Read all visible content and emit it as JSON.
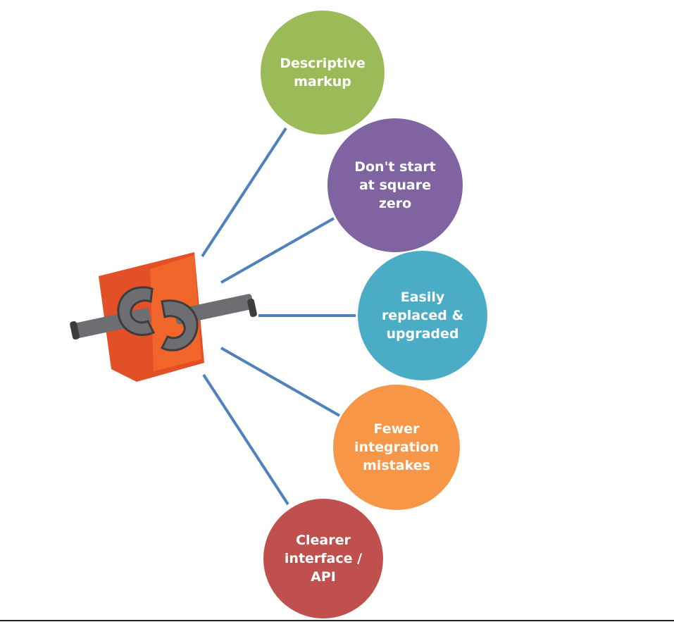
{
  "diagram": {
    "hub": {
      "icon": "html5-shield-with-interlocked-wrenches-icon",
      "colors": {
        "shield_dark": "#e34f26",
        "shield_light": "#f06529",
        "wrench": "#6d6e71"
      }
    },
    "connector_color": "#4f81bd",
    "benefits": [
      {
        "label": "Descriptive\nmarkup",
        "color": "#9bbb59"
      },
      {
        "label": "Don't start\nat square\nzero",
        "color": "#8064a2"
      },
      {
        "label": "Easily\nreplaced &\nupgraded",
        "color": "#4bacc6"
      },
      {
        "label": "Fewer\nintegration\nmistakes",
        "color": "#f79646"
      },
      {
        "label": "Clearer\ninterface /\nAPI",
        "color": "#c0504d"
      }
    ]
  }
}
